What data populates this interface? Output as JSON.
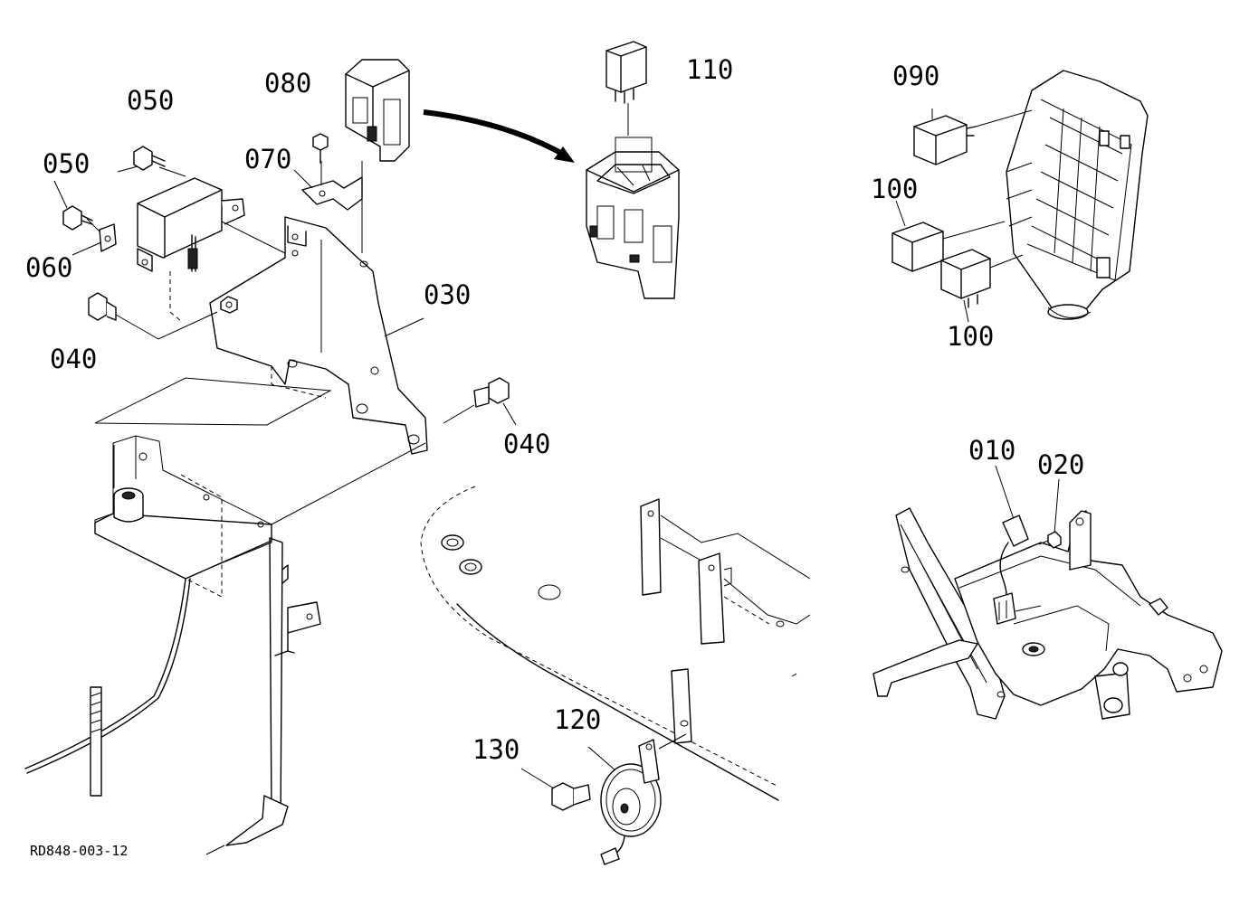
{
  "diagram": {
    "reference_code": "RD848-003-12",
    "callouts": [
      {
        "id": "c050a",
        "label": "050"
      },
      {
        "id": "c050b",
        "label": "050"
      },
      {
        "id": "c060",
        "label": "060"
      },
      {
        "id": "c040a",
        "label": "040"
      },
      {
        "id": "c040b",
        "label": "040"
      },
      {
        "id": "c080",
        "label": "080"
      },
      {
        "id": "c070",
        "label": "070"
      },
      {
        "id": "c030",
        "label": "030"
      },
      {
        "id": "c110",
        "label": "110"
      },
      {
        "id": "c090",
        "label": "090"
      },
      {
        "id": "c100a",
        "label": "100"
      },
      {
        "id": "c100b",
        "label": "100"
      },
      {
        "id": "c010",
        "label": "010"
      },
      {
        "id": "c020",
        "label": "020"
      },
      {
        "id": "c120",
        "label": "120"
      },
      {
        "id": "c130",
        "label": "130"
      }
    ]
  }
}
